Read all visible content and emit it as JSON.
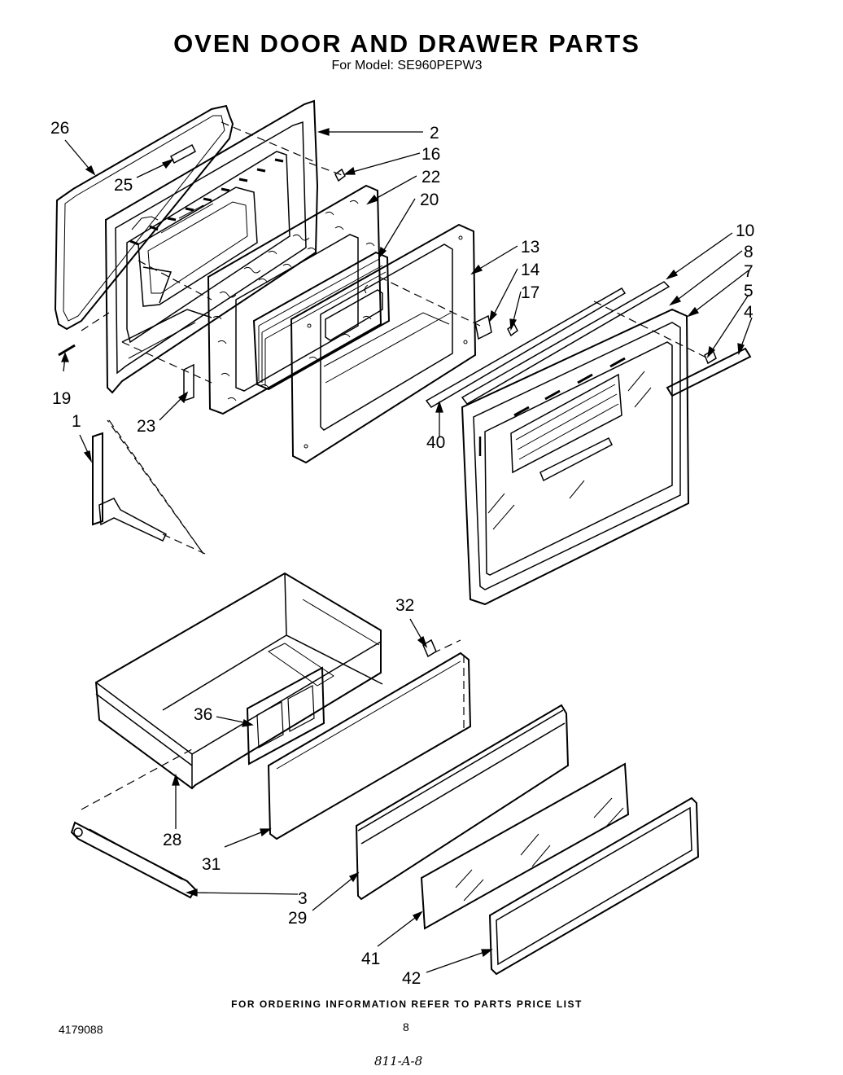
{
  "header": {
    "title": "OVEN DOOR AND DRAWER PARTS",
    "model": "For Model: SE960PEPW3"
  },
  "callouts": {
    "p1": "1",
    "p2": "2",
    "p3": "3",
    "p4": "4",
    "p5": "5",
    "p7": "7",
    "p8": "8",
    "p10": "10",
    "p13": "13",
    "p14": "14",
    "p16": "16",
    "p17": "17",
    "p19": "19",
    "p20": "20",
    "p22": "22",
    "p23": "23",
    "p25": "25",
    "p26": "26",
    "p28": "28",
    "p29": "29",
    "p31": "31",
    "p32": "32",
    "p36": "36",
    "p40": "40",
    "p41": "41",
    "p42": "42"
  },
  "footer": {
    "ordering_note": "FOR ORDERING INFORMATION REFER TO PARTS PRICE LIST",
    "doc_number": "4179088",
    "page_number": "8",
    "handwritten": "811-A-8"
  }
}
